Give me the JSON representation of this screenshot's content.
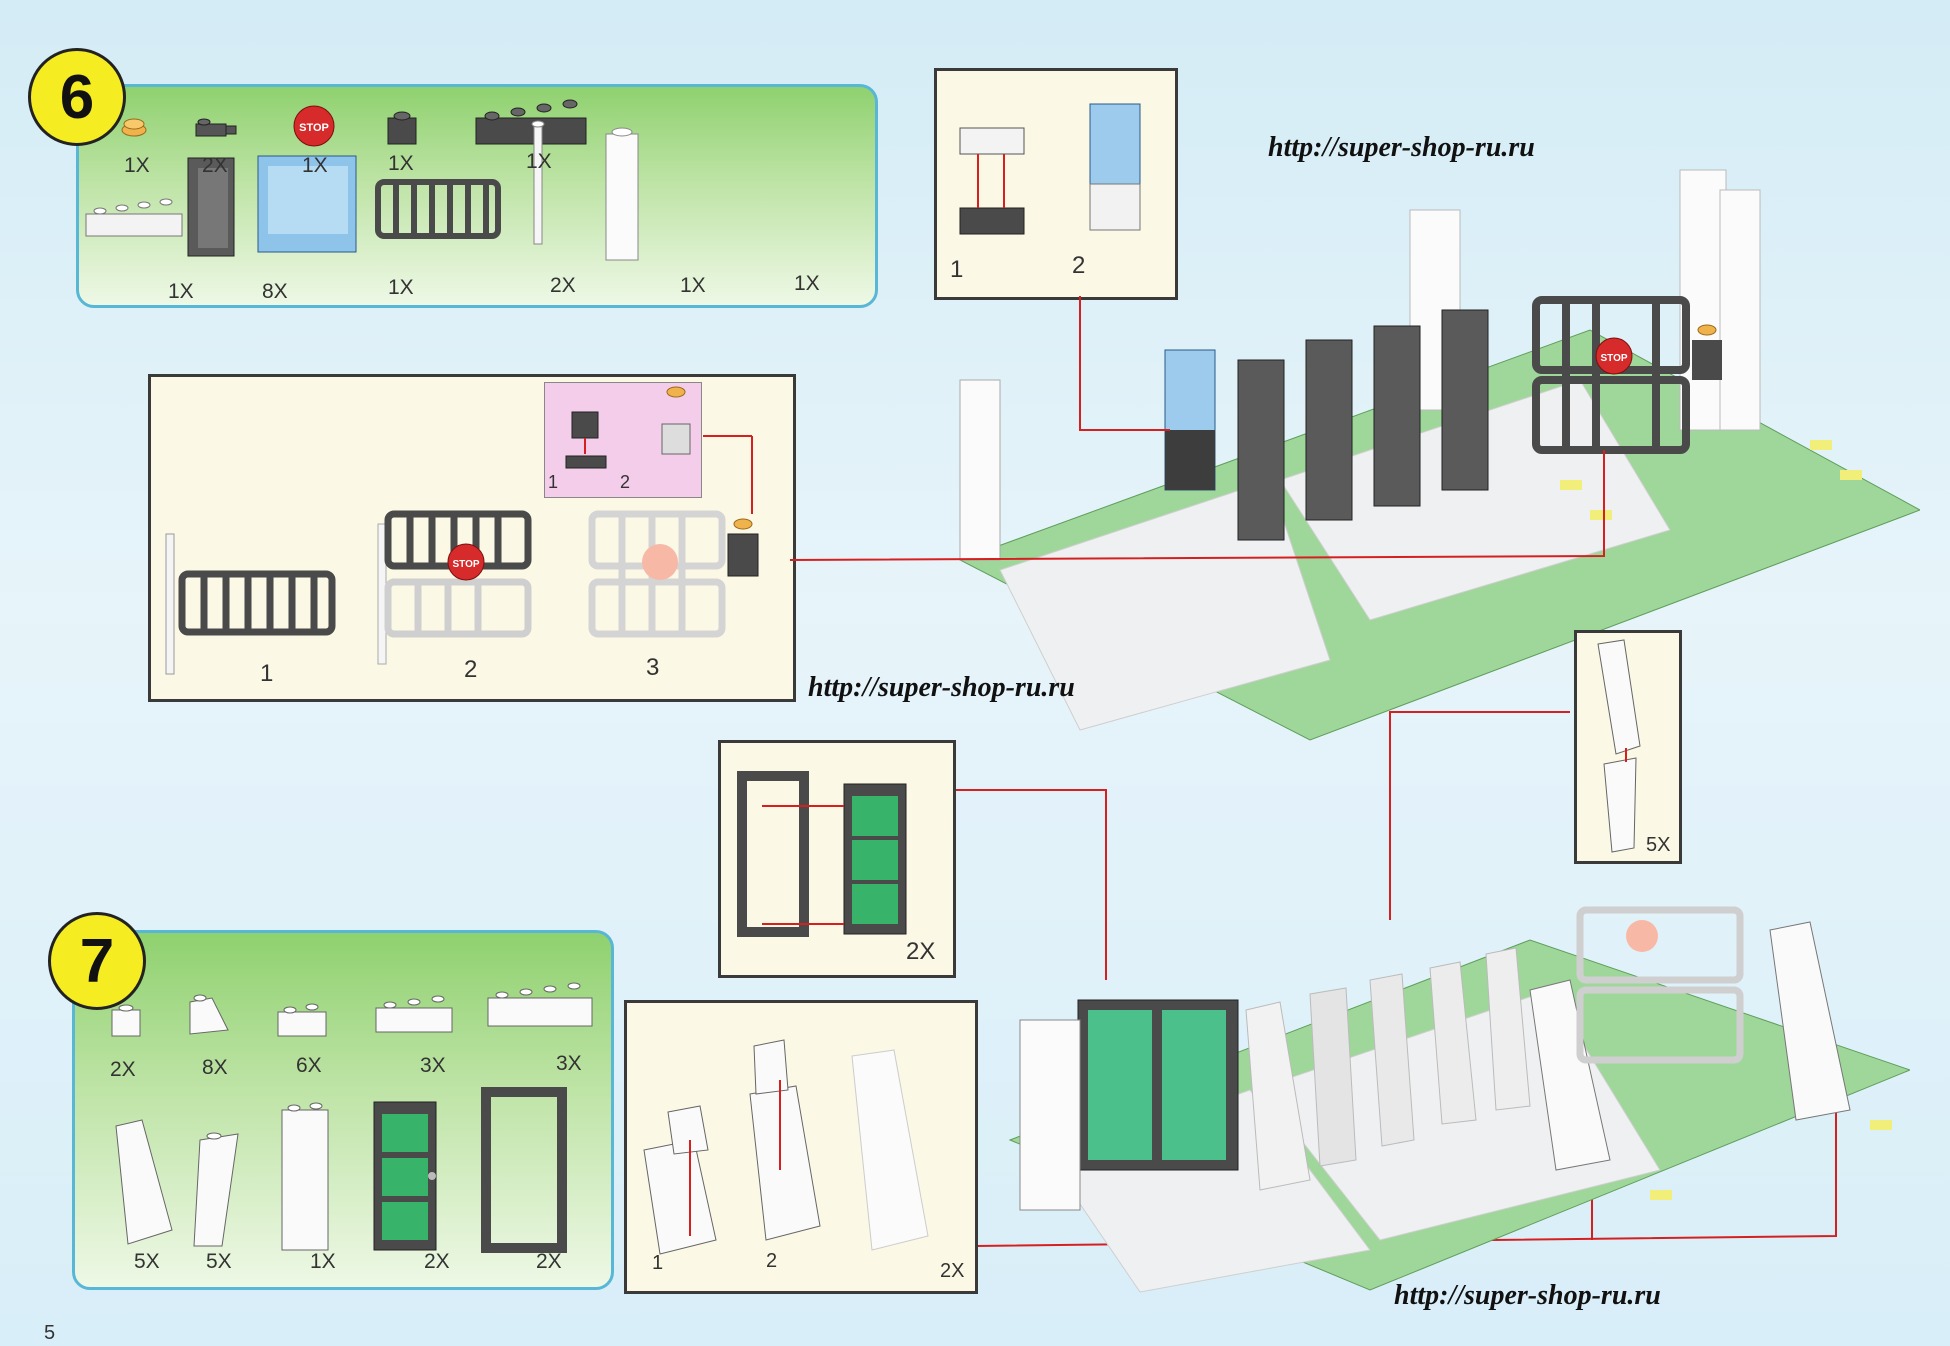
{
  "page": {
    "number": "5"
  },
  "watermark_url": "http://super-shop-ru.ru",
  "step6": {
    "number": "6",
    "parts": [
      {
        "qty": "1X",
        "icon": "round-plate-icon"
      },
      {
        "qty": "2X",
        "icon": "clip-plate-icon"
      },
      {
        "qty": "1X",
        "icon": "stop-sign-icon",
        "label": "STOP"
      },
      {
        "qty": "1X",
        "icon": "brick-1x1-icon"
      },
      {
        "qty": "1X",
        "icon": "brick-1x4-dark-icon"
      },
      {
        "qty": "1X",
        "icon": "brick-1x4-white-icon"
      },
      {
        "qty": "8X",
        "icon": "panel-gray-icon"
      },
      {
        "qty": "1X",
        "icon": "panel-blue-icon"
      },
      {
        "qty": "2X",
        "icon": "fence-gate-icon"
      },
      {
        "qty": "1X",
        "icon": "bar-icon"
      },
      {
        "qty": "1X",
        "icon": "pillar-icon"
      }
    ],
    "subassembly_a": [
      "1",
      "2"
    ],
    "subassembly_b": [
      "1",
      "2",
      "3"
    ],
    "subassembly_b_inset": [
      "1",
      "2"
    ],
    "stop_label": "STOP"
  },
  "step7": {
    "number": "7",
    "parts": [
      {
        "qty": "2X",
        "icon": "brick-1x1-white-icon"
      },
      {
        "qty": "8X",
        "icon": "slope-white-icon"
      },
      {
        "qty": "6X",
        "icon": "brick-1x2-white-icon"
      },
      {
        "qty": "3X",
        "icon": "brick-1x3-white-icon"
      },
      {
        "qty": "3X",
        "icon": "brick-1x4-white-icon"
      },
      {
        "qty": "5X",
        "icon": "tall-slope-icon"
      },
      {
        "qty": "5X",
        "icon": "tall-slope-inverted-icon"
      },
      {
        "qty": "1X",
        "icon": "pillar-white-icon"
      },
      {
        "qty": "2X",
        "icon": "door-green-icon"
      },
      {
        "qty": "2X",
        "icon": "door-frame-icon"
      }
    ],
    "door_sub_qty": "2X",
    "slope_sub_qty": "5X",
    "wall_sub_labels": [
      "1",
      "2"
    ],
    "wall_sub_qty": "2X"
  },
  "colors": {
    "accent_yellow": "#f5ec22",
    "panel_green": "#8fd16f",
    "panel_border": "#58b7d6",
    "arrow_red": "#d62020",
    "baseplate": "#9fd69a"
  }
}
